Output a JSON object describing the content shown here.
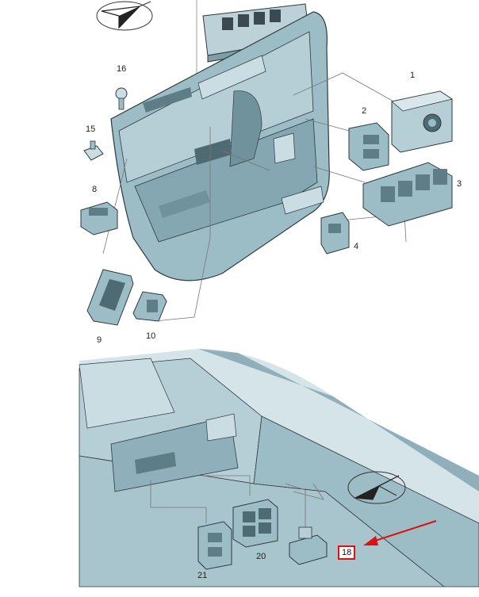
{
  "callouts": {
    "c1": "1",
    "c2": "2",
    "c3": "3",
    "c4": "4",
    "c8": "8",
    "c9": "9",
    "c10": "10",
    "c15": "15",
    "c16": "16",
    "c18": "18",
    "c20": "20",
    "c21": "21"
  },
  "colors": {
    "panel": "#9cbcc6",
    "panel_dark": "#6f929d",
    "panel_light": "#c9dde2",
    "outline": "#2c3a3f",
    "highlight": "#e01010"
  }
}
